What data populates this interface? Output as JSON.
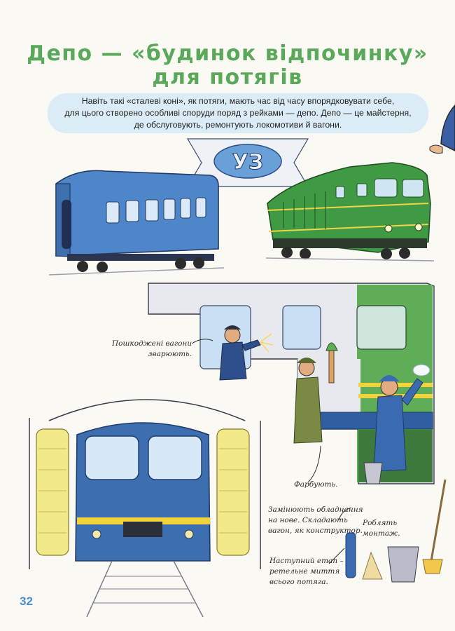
{
  "title": {
    "line1": "Депо — «будинок відпочинку»",
    "line2": "для потягів"
  },
  "intro": {
    "line1": "Навіть такі «сталеві коні», як потяги, мають час від часу впорядковувати себе,",
    "line2": "для цього створено особливі споруди поряд з рейками — депо. Депо — це майстерня,",
    "line3": "де обслуговують, ремонтують локомотиви й вагони."
  },
  "logo": {
    "text": "УЗ"
  },
  "notes": {
    "welding": [
      "Пошкоджені вагони",
      "зварюють."
    ],
    "painting": [
      "Фарбують."
    ],
    "replace": [
      "Замінюють обладнання",
      "на нове. Складають",
      "вагон, як конструктор."
    ],
    "mounting": [
      "Роблять",
      "монтаж."
    ],
    "washing": [
      "Наступний етап –",
      "ретельне миття",
      "всього потяга."
    ]
  },
  "page_number": "32",
  "colors": {
    "title_green": "#5aa95a",
    "intro_bg": "#dcecf6",
    "wagon_blue": "#4f86c9",
    "loco_green": "#3f9a43",
    "train_front_blue": "#3d6fb0",
    "yellow_stripe": "#f2d23a",
    "page_number_blue": "#4a8fcf"
  }
}
